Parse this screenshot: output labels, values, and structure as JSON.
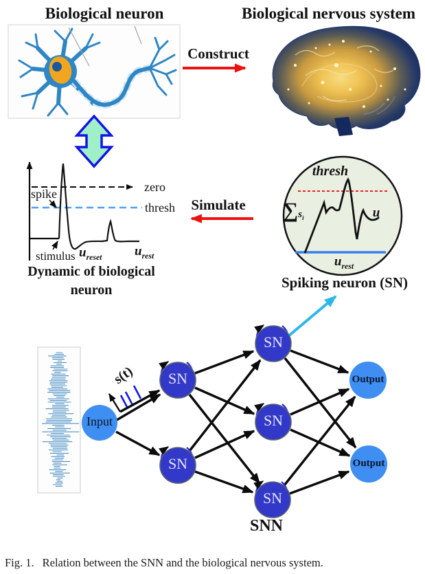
{
  "titles": {
    "neuron": "Biological neuron",
    "nervous_system": "Biological nervous system"
  },
  "relations": {
    "construct": "Construct",
    "simulate": "Simulate"
  },
  "plot": {
    "zero": "zero",
    "thresh": "thresh",
    "spike": "spike",
    "stimulus": "stimulus",
    "u": "u",
    "reset": "reset",
    "rest": "rest",
    "title_line1": "Dynamic of biological",
    "title_line2": "neuron"
  },
  "sn_detail": {
    "thresh": "thresh",
    "sigma": "∑",
    "s": "s",
    "i": "i",
    "u": "u",
    "u_rest_u": "u",
    "u_rest_sub": "rest",
    "caption": "Spiking neuron (SN)"
  },
  "network": {
    "input": "Input",
    "sn": "SN",
    "output": "Output",
    "signal": "s(t)",
    "title": "SNN"
  },
  "caption": {
    "tag": "Fig. 1.",
    "text": "Relation between the SNN and the biological nervous system."
  },
  "colors": {
    "sn_node": "#3238c8",
    "io_node": "#3f8ef2",
    "self_loop": "#2525dd",
    "edge": "#0b0b0b",
    "cyan_arrow": "#2cb7ea",
    "red_arrow": "#ee1111",
    "mint_arrow_fill": "#9ff0c8",
    "mint_arrow_border": "#1212e6",
    "sn_circle_fill": "#e9f0e2",
    "thresh_dashed_red": "#e82222",
    "rest_line_blue": "#3a7fe8",
    "plot_thresh_blue": "#4aa0f5",
    "waveform_blue": "#4a8fc5",
    "neuron_blue": "#2f86c4",
    "nucleus_orange": "#f2a51f"
  }
}
